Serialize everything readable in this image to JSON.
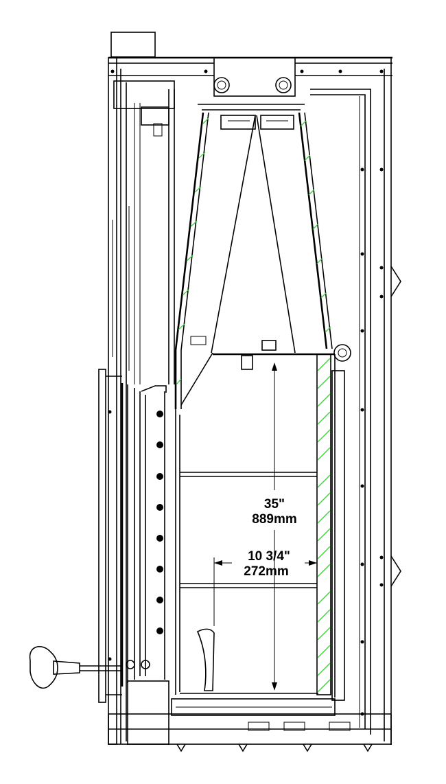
{
  "drawing": {
    "type": "fireplace side section",
    "line_color": "#000000",
    "insulation_hatch_color": "#39d039",
    "background": "#ffffff"
  },
  "dimensions": {
    "height_imperial": "35\"",
    "height_metric": "889mm",
    "depth_imperial": "10  3/4\"",
    "depth_metric": "272mm"
  }
}
